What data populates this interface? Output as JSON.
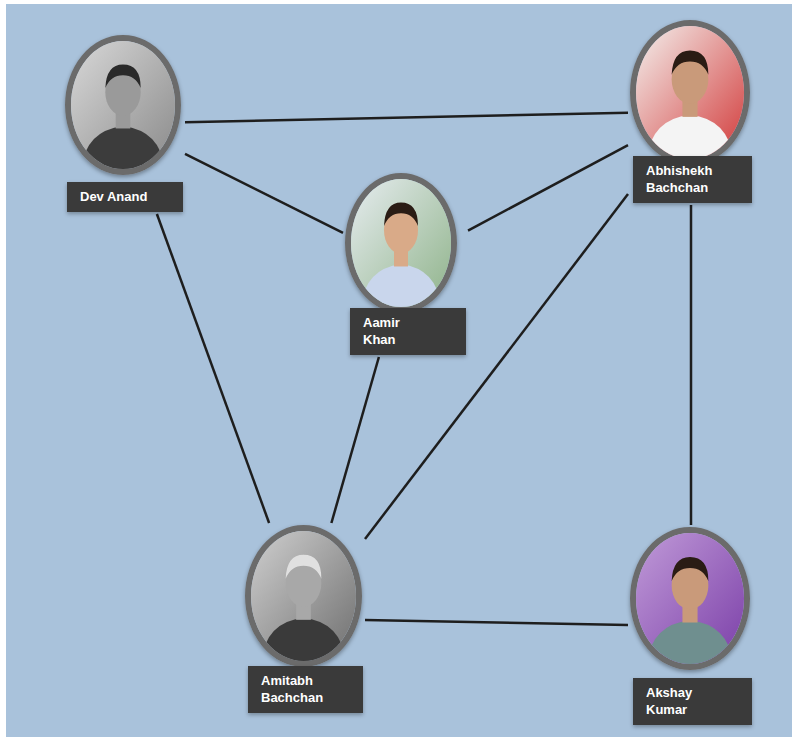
{
  "diagram": {
    "nodes": [
      {
        "text": [
          "Dev Anand"
        ]
      },
      {
        "text": [
          "Abhishekh Bachchan"
        ]
      },
      {
        "text": [
          "Aamir Khan"
        ]
      },
      {
        "text": [
          "Amitabh Bachchan"
        ]
      },
      {
        "text": [
          "Akshay Kumar"
        ]
      }
    ],
    "edges": [
      {
        "from": 0,
        "to": 1,
        "arrow": "none"
      },
      {
        "from": 0,
        "to": 2,
        "arrow": "none"
      },
      {
        "from": 0,
        "to": 3,
        "arrow": "none"
      },
      {
        "from": 2,
        "to": 1,
        "arrow": "none"
      },
      {
        "from": 2,
        "to": 3,
        "arrow": "none"
      },
      {
        "from": 1,
        "to": 3,
        "arrow": "none"
      },
      {
        "from": 1,
        "to": 4,
        "arrow": "none"
      },
      {
        "from": 3,
        "to": 4,
        "arrow": "none"
      }
    ]
  }
}
